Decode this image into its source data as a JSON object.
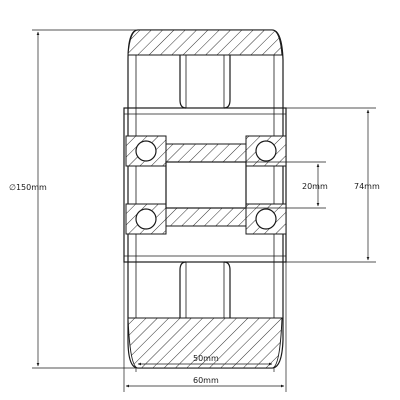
{
  "labels": {
    "outer_diameter": "∅150mm",
    "hub_diameter": "74mm",
    "bore_diameter": "20mm",
    "tread_width": "50mm",
    "overall_width": "60mm"
  }
}
